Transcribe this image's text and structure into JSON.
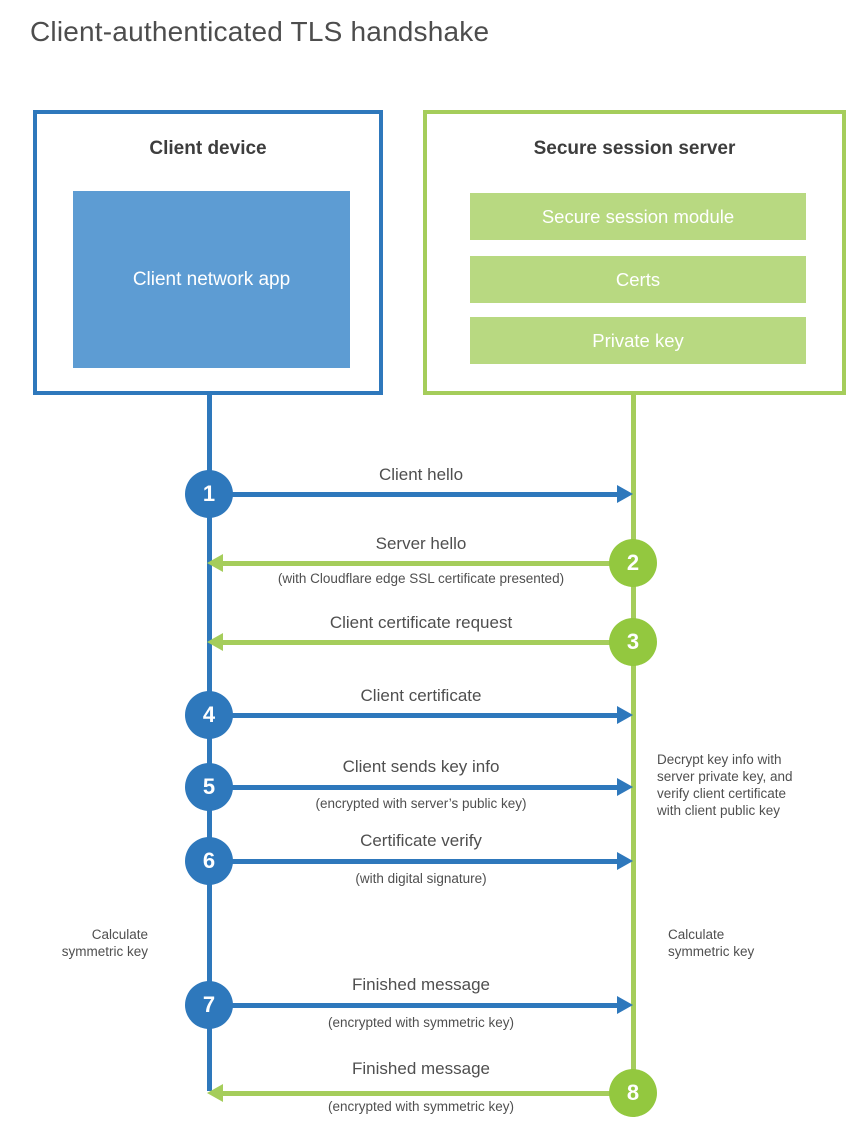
{
  "title": "Client-authenticated TLS handshake",
  "colors": {
    "blue_accent": "#2e78bc",
    "blue_fill": "#5d9cd3",
    "green_accent": "#a5cd5b",
    "green_circle": "#93c83f",
    "green_fill": "#b8d981",
    "text": "#4f4f4f"
  },
  "client_box": {
    "title": "Client device",
    "app_label": "Client network app"
  },
  "server_box": {
    "title": "Secure session server",
    "modules": [
      "Secure session module",
      "Certs",
      "Private key"
    ]
  },
  "steps": [
    {
      "number": "1",
      "from": "client",
      "direction": "right",
      "label": "Client hello",
      "sublabel": ""
    },
    {
      "number": "2",
      "from": "server",
      "direction": "left",
      "label": "Server hello",
      "sublabel": "(with Cloudflare edge SSL certificate presented)"
    },
    {
      "number": "3",
      "from": "server",
      "direction": "left",
      "label": "Client certificate request",
      "sublabel": ""
    },
    {
      "number": "4",
      "from": "client",
      "direction": "right",
      "label": "Client certificate",
      "sublabel": ""
    },
    {
      "number": "5",
      "from": "client",
      "direction": "right",
      "label": "Client sends key info",
      "sublabel": "(encrypted with server’s public key)"
    },
    {
      "number": "6",
      "from": "client",
      "direction": "right",
      "label": "Certificate verify",
      "sublabel": "(with digital signature)"
    },
    {
      "number": "7",
      "from": "client",
      "direction": "right",
      "label": "Finished message",
      "sublabel": "(encrypted with symmetric key)"
    },
    {
      "number": "8",
      "from": "server",
      "direction": "left",
      "label": "Finished message",
      "sublabel": "(encrypted with symmetric key)"
    }
  ],
  "annotations": {
    "calc_left": "Calculate symmetric key",
    "calc_right": "Calculate symmetric key",
    "decrypt_note": "Decrypt key info with server private key, and verify client certificate with client public key"
  }
}
